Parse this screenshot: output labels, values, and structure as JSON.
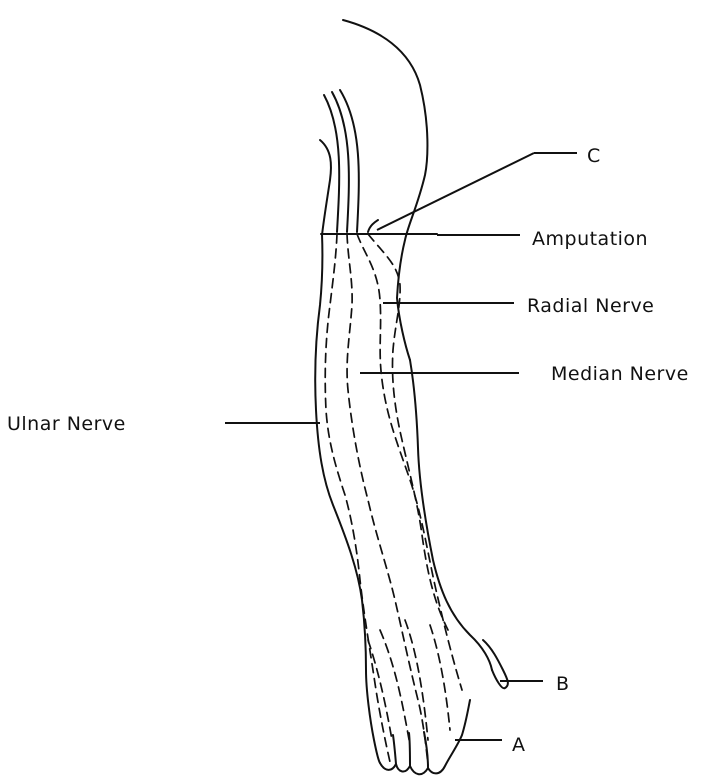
{
  "labels": {
    "c": "C",
    "amputation": "Amputation",
    "radial": "Radial Nerve",
    "median": "Median Nerve",
    "ulnar": "Ulnar Nerve",
    "b": "B",
    "a": "A"
  }
}
